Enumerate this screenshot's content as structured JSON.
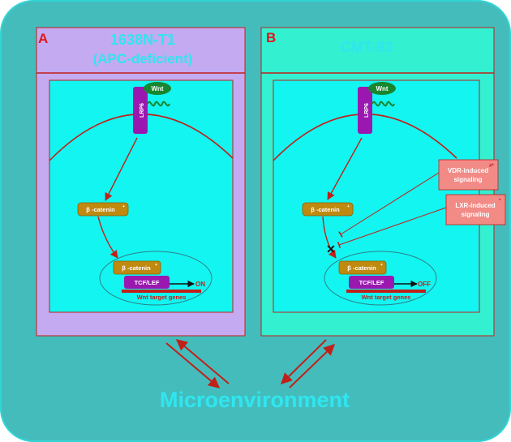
{
  "panel_a": {
    "letter": "A",
    "title_line1": "1638N-T1",
    "title_line2": "(APC-deficient)",
    "receptor": "LRP6",
    "ligand": "Wnt",
    "beta_catenin": "β -catenin",
    "beta_catenin_sup": "+",
    "nuclear_beta_catenin": "β -catenin",
    "nuclear_beta_catenin_sup": "+",
    "tcf": "TCF/LEF",
    "state": "ON",
    "target_genes": "Wnt target genes"
  },
  "panel_b": {
    "letter": "B",
    "title": "CMT-93",
    "receptor": "LRP6",
    "ligand": "Wnt",
    "beta_catenin": "β -catenin",
    "beta_catenin_sup": "+",
    "nuclear_beta_catenin": "β -catenin",
    "nuclear_beta_catenin_sup": "+",
    "tcf": "TCF/LEF",
    "state": "OFF",
    "target_genes": "Wnt target genes",
    "block_mark": "✕",
    "vdr_line1": "VDR-induced",
    "vdr_line2": "signaling",
    "vdr_marks": "#*",
    "lxr_line1": "LXR-induced",
    "lxr_line2": "signaling",
    "lxr_marks": "*"
  },
  "microenvironment": "Microenvironment",
  "colors": {
    "outer_bg": "#45bcbc",
    "panel_a_bg": "#c4aaf0",
    "panel_b_bg": "#33f0d0",
    "cell_bg": "#13f5f0",
    "arrow_red": "#c0201a",
    "receptor_purple": "#9a18b0",
    "wnt_green": "#17862e",
    "beta_box": "#c08a10",
    "signal_box": "#f28a86",
    "title_cyan": "#2fe6f0"
  }
}
